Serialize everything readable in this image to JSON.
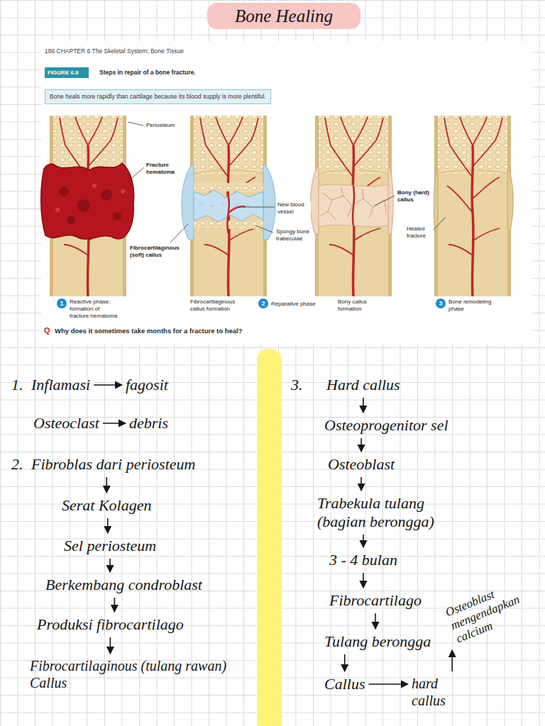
{
  "diagram": {
    "title": "Bone Healing",
    "nodes": [
      {
        "text": [
          "FIGURE 6.9"
        ]
      },
      {
        "text": [
          "Bone heals more rapidly than cartilage because its blood supply is more plentiful."
        ]
      },
      {
        "text": [
          "1"
        ]
      },
      {
        "text": [
          "2"
        ]
      },
      {
        "text": [
          "3"
        ]
      },
      {
        "text": [
          "Inflamasi"
        ]
      },
      {
        "text": [
          "fagosit"
        ]
      },
      {
        "text": [
          "Osteoclast"
        ]
      },
      {
        "text": [
          "debris"
        ]
      },
      {
        "text": [
          "Fibroblas dari periosteum"
        ]
      },
      {
        "text": [
          "Serat Kolagen"
        ]
      },
      {
        "text": [
          "Sel periosteum"
        ]
      },
      {
        "text": [
          "Berkembang condroblast"
        ]
      },
      {
        "text": [
          "Produksi fibrocartilago"
        ]
      },
      {
        "text": [
          "Fibrocartilaginous (tulang rawan) Callus"
        ]
      },
      {
        "text": [
          "Hard callus"
        ]
      },
      {
        "text": [
          "Osteoprogenitor sel"
        ]
      },
      {
        "text": [
          "Osteoblast"
        ]
      },
      {
        "text": [
          "Trabekula tulang (bagian berongga)"
        ]
      },
      {
        "text": [
          "3 - 4 bulan"
        ]
      },
      {
        "text": [
          "Fibrocartilago"
        ]
      },
      {
        "text": [
          "Tulang berongga"
        ]
      },
      {
        "text": [
          "Callus"
        ]
      },
      {
        "text": [
          "hard callus"
        ]
      },
      {
        "text": [
          "Osteoblast mengendapkan calcium"
        ]
      }
    ],
    "edges": [
      {
        "from": 5,
        "to": 6,
        "arrow": "to"
      },
      {
        "from": 7,
        "to": 8,
        "arrow": "to"
      },
      {
        "from": 9,
        "to": 10,
        "arrow": "to"
      },
      {
        "from": 10,
        "to": 11,
        "arrow": "to"
      },
      {
        "from": 11,
        "to": 12,
        "arrow": "to"
      },
      {
        "from": 12,
        "to": 13,
        "arrow": "to"
      },
      {
        "from": 13,
        "to": 14,
        "arrow": "to"
      },
      {
        "from": 15,
        "to": 16,
        "arrow": "to"
      },
      {
        "from": 16,
        "to": 17,
        "arrow": "to"
      },
      {
        "from": 17,
        "to": 18,
        "arrow": "to"
      },
      {
        "from": 18,
        "to": 19,
        "arrow": "to"
      },
      {
        "from": 19,
        "to": 20,
        "arrow": "to"
      },
      {
        "from": 20,
        "to": 21,
        "arrow": "to"
      },
      {
        "from": 21,
        "to": 22,
        "arrow": "to"
      },
      {
        "from": 22,
        "to": 23,
        "arrow": "to"
      },
      {
        "from": 23,
        "to": 24,
        "arrow": "to"
      }
    ],
    "labels": [
      "186 CHAPTER 6 The Skeletal System: Bone Tissue",
      "Steps in repair of a bone fracture.",
      "Periosteum",
      "Fracture hematoma",
      "Fibrocartilaginous (soft) callus",
      "New blood vessel",
      "Spongy bone trabeculae",
      "Bony (hard) callus",
      "Healed fracture",
      "Reactive phase: formation of fracture hematoma",
      "Fibrocartilaginous callus formation",
      "Reparative phase",
      "Bony callus formation",
      "Bone remodeling phase",
      "Q",
      "Why does it sometimes take months for a fracture to heal?",
      "1.",
      "2.",
      "3."
    ]
  }
}
